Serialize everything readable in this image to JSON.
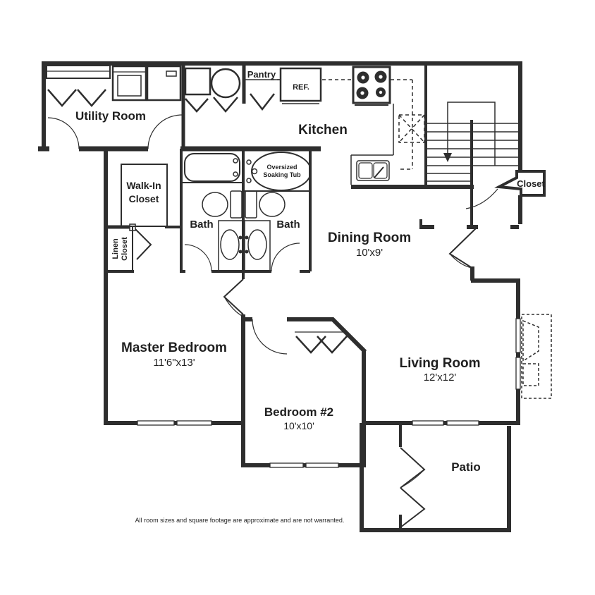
{
  "plan": {
    "type": "apartment-floor-plan",
    "rooms": {
      "utility": {
        "label": "Utility Room"
      },
      "pantry": {
        "label": "Pantry"
      },
      "refrigerator": {
        "label": "REF."
      },
      "kitchen": {
        "label": "Kitchen"
      },
      "stairs_closet": {
        "label": "Closet"
      },
      "walkin_closet": {
        "label_line1": "Walk-In",
        "label_line2": "Closet"
      },
      "linen_closet": {
        "label_line1": "Linen",
        "label_line2": "Closet"
      },
      "soaking_tub": {
        "label_line1": "Oversized",
        "label_line2": "Soaking Tub"
      },
      "bath1": {
        "label": "Bath"
      },
      "bath2": {
        "label": "Bath"
      },
      "dining": {
        "label": "Dining Room",
        "dimensions": "10'x9'"
      },
      "master_bedroom": {
        "label": "Master Bedroom",
        "dimensions": "11'6\"x13'"
      },
      "bedroom2": {
        "label": "Bedroom #2",
        "dimensions": "10'x10'"
      },
      "living": {
        "label": "Living Room",
        "dimensions": "12'x12'"
      },
      "patio": {
        "label": "Patio"
      }
    },
    "footer": {
      "disclaimer": "All room sizes and square footage are approximate and are not warranted."
    },
    "colors": {
      "wall": "#2e2e2e",
      "background": "#ffffff"
    }
  }
}
